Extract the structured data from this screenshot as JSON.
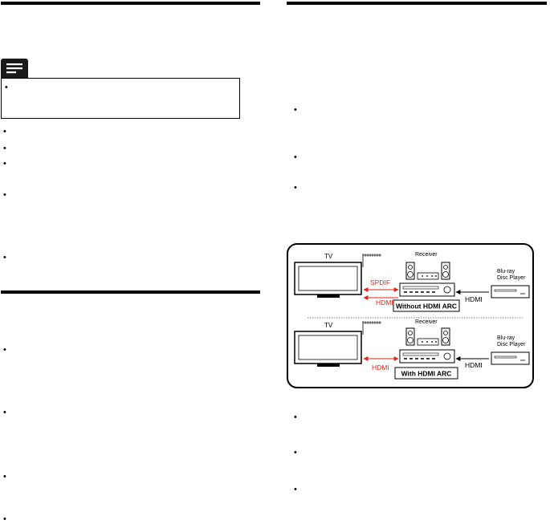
{
  "bullet_char": "•",
  "colors": {
    "rule": "#000000",
    "arrow_red": "#e2231a",
    "frame": "#000000"
  },
  "icons": {
    "note": "note-icon"
  },
  "diagram": {
    "top": {
      "tv_label": "TV",
      "receiver_label": "Receiver",
      "bluray_label_line1": "Blu-ray",
      "bluray_label_line2": "Disc Player",
      "link1_label": "SPDIF",
      "link2_label": "HDMI",
      "input_label": "HDMI",
      "caption": "Without HDMI ARC"
    },
    "bottom": {
      "tv_label": "TV",
      "receiver_label": "Receiver",
      "bluray_label_line1": "Blu-ray",
      "bluray_label_line2": "Disc Player",
      "link_label": "HDMI",
      "input_label": "HDMI",
      "caption": "With HDMI ARC"
    }
  }
}
